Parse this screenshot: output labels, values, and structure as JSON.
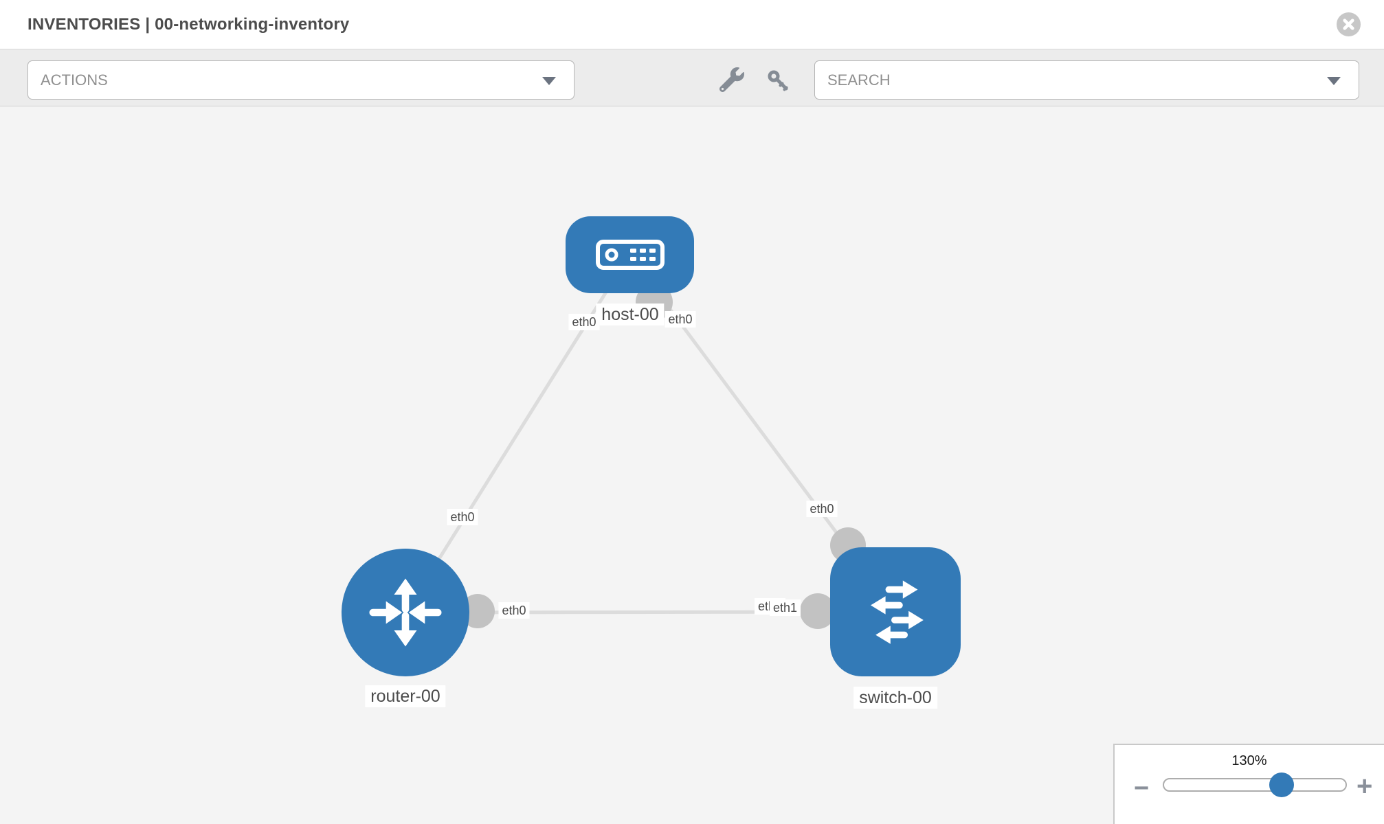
{
  "window": {
    "title": "INVENTORIES | 00-networking-inventory"
  },
  "toolbar": {
    "actions_label": "ACTIONS",
    "search_placeholder": "SEARCH",
    "tool_icons": [
      "wrench-icon",
      "key-icon"
    ]
  },
  "topology": {
    "nodes": [
      {
        "label": "host-00",
        "type": "host"
      },
      {
        "label": "router-00",
        "type": "router"
      },
      {
        "label": "switch-00",
        "type": "switch"
      }
    ],
    "links": [
      {
        "from": "host-00",
        "to": "router-00"
      },
      {
        "from": "host-00",
        "to": "switch-00"
      },
      {
        "from": "router-00",
        "to": "switch-00"
      }
    ],
    "interface_labels": {
      "host_left": "eth0",
      "host_right": "eth0",
      "router_link_host": "eth0",
      "switch_link_host": "eth0",
      "router_link_switch": "eth0",
      "switch_link_router_under": "eth0",
      "switch_link_router": "eth1"
    }
  },
  "zoom_control": {
    "level": "130%",
    "minus_label": "−",
    "plus_label": "+"
  },
  "colors": {
    "node_blue": "#337ab7",
    "link_gray": "#dcdcdc",
    "connector_gray": "#c2c2c2",
    "canvas_bg": "#f4f4f4",
    "toolbar_bg": "#ececec"
  }
}
